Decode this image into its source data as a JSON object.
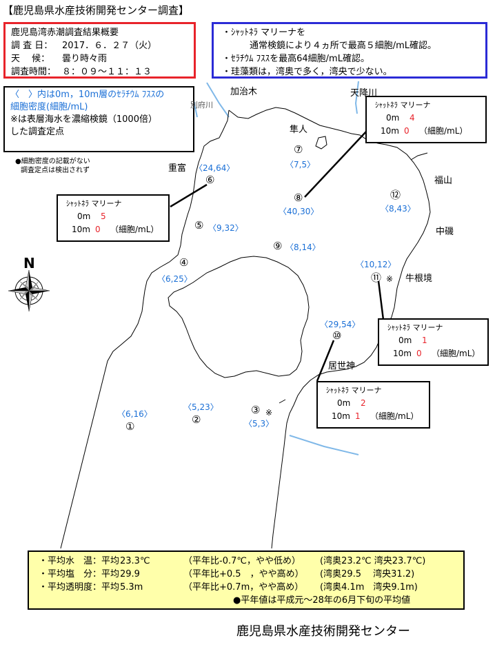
{
  "page_title": "【鹿児島県水産技術開発センター調査】",
  "summary": {
    "heading": "鹿児島湾赤潮調査結果概要",
    "date_label": "調 査 日：",
    "date_value": "2017．６．２７（火）",
    "weather_label": "天　 候：",
    "weather_value": "曇り時々雨",
    "time_label": "調査時間：",
    "time_value": "８：０９～１１：１３"
  },
  "findings": {
    "line1": "・ｼｬｯﾄﾈﾗ マリーナを",
    "line1b": "通常検鏡により４ヵ所で最高５細胞/mL確認。",
    "line2": "・ｾﾗﾁｳﾑ ﾌｽｽを最高64細胞/mL確認。",
    "line3": "・珪藻類は，湾奥で多く，湾央で少ない。"
  },
  "legend": {
    "line1": "〈　〉内は0m，10m層のｾﾗﾁｳﾑ ﾌｽｽの",
    "line2": "細胞密度(細胞/mL)",
    "line3": "※は表層海水を濃縮検鏡（1000倍）",
    "line4": "した調査定点"
  },
  "small_note": {
    "line1": "●細胞密度の記載がない",
    "line2": "調査定点は検出されず"
  },
  "compass": {
    "label": "N"
  },
  "places": {
    "kajiki": "加治木",
    "amori": "天降川",
    "river_west": "別府川",
    "hayato": "隼人",
    "shigetomi": "重富",
    "fukuyama": "福山",
    "nakaiso": "中磯",
    "ushinekyo": "牛根境",
    "iseshin": "居世神"
  },
  "stations": [
    {
      "id": "①",
      "density": "〈6,16〉"
    },
    {
      "id": "②",
      "density": "〈5,23〉"
    },
    {
      "id": "③",
      "density": "〈5,3〉",
      "mark": "※"
    },
    {
      "id": "④",
      "density": "〈6,25〉"
    },
    {
      "id": "⑤",
      "density": "〈9,32〉"
    },
    {
      "id": "⑥",
      "density": "〈24,64〉"
    },
    {
      "id": "⑦",
      "density": "〈7,5〉"
    },
    {
      "id": "⑧",
      "density": "〈40,30〉"
    },
    {
      "id": "⑨",
      "density": "〈8,14〉"
    },
    {
      "id": "⑩",
      "density": "〈29,54〉"
    },
    {
      "id": "⑪",
      "density": "〈10,12〉",
      "mark": "※"
    },
    {
      "id": "⑫",
      "density": "〈8,43〉"
    }
  ],
  "callouts": {
    "header": "ｼｬｯﾄﾈﾗ マリーナ",
    "depth0": "0m",
    "depth10": "10m",
    "unit": "（細胞/mL）",
    "st8": {
      "v0": "4",
      "v10": "0"
    },
    "st6": {
      "v0": "5",
      "v10": "0"
    },
    "st11": {
      "v0": "1",
      "v10": "0"
    },
    "st10": {
      "v0": "2",
      "v10": "1"
    }
  },
  "stats": {
    "temp": {
      "label": "・平均水　温：平均",
      "value": "23.3℃",
      "compare": "（平年比-0.7℃，やや低め）",
      "detail": "(湾奥23.2℃ 湾央23.7℃)"
    },
    "salinity": {
      "label": "・平均塩　分：平均",
      "value": "29.9",
      "compare": "（平年比+0.5　，やや高め）",
      "detail": "(湾奥29.5　 湾央31.2)"
    },
    "transparency": {
      "label": "・平均透明度：平均",
      "value": "5.3m",
      "compare": "（平年比+0.7m，やや高め）",
      "detail": "(湾奥4.1m　湾央9.1m)"
    },
    "footnote": "●平年値は平成元～28年の6月下旬の平均値"
  },
  "organization": "鹿児島県水産技術開発センター",
  "colors": {
    "red_border": "#e8232a",
    "blue_border": "#2b2bd6",
    "density_blue": "#1a6fd6",
    "river_blue": "#7fb8e8",
    "stats_bg": "#ffffaa"
  }
}
